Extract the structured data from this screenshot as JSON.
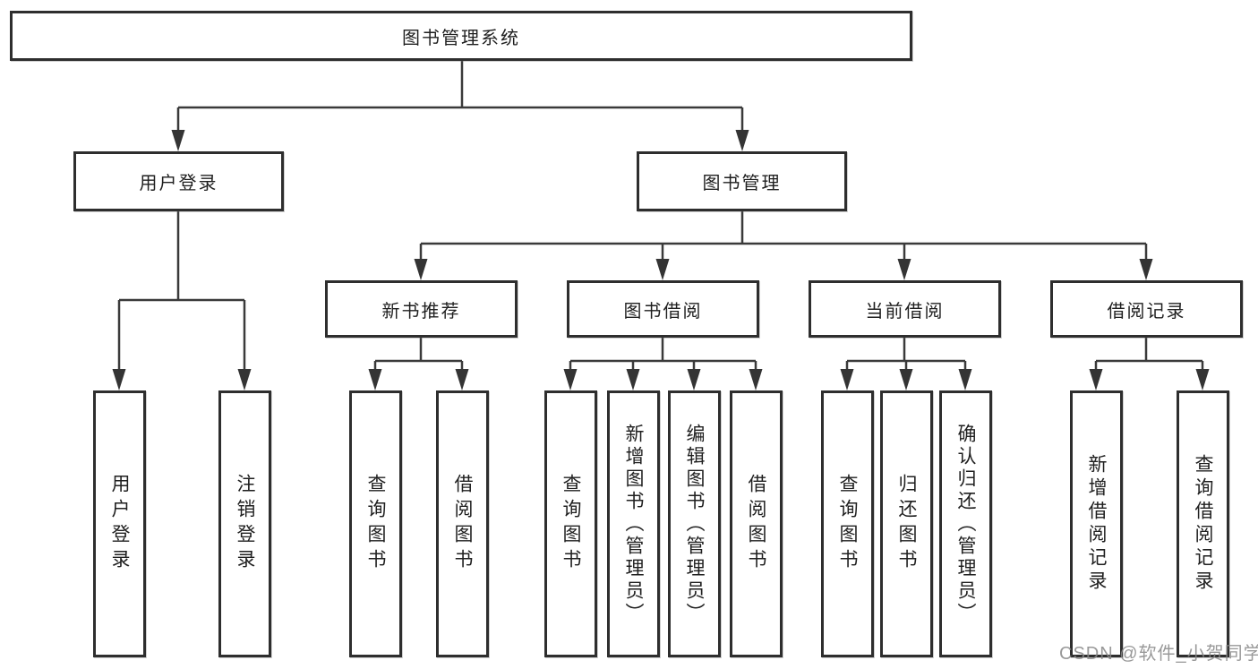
{
  "diagram": {
    "title": "图书管理系统",
    "nodes": {
      "root": "图书管理系统",
      "level2": [
        "用户登录",
        "图书管理"
      ],
      "level3": [
        "新书推荐",
        "图书借阅",
        "当前借阅",
        "借阅记录"
      ],
      "leaves_user_login": [
        "用户登录",
        "注销登录"
      ],
      "leaves_new_book": [
        "查询图书",
        "借阅图书"
      ],
      "leaves_book_borrow": [
        "查询图书",
        "新增图书（管理员）",
        "编辑图书（管理员）",
        "借阅图书"
      ],
      "leaves_current_borrow": [
        "查询图书",
        "归还图书",
        "确认归还（管理员）"
      ],
      "leaves_borrow_record": [
        "新增借阅记录",
        "查询借阅记录"
      ]
    }
  },
  "watermark": "CSDN @软件_小贺同学",
  "colors": {
    "background": "#ffffff",
    "line": "#3a3a3a",
    "box_border": "#2e2e2e",
    "text": "#1f1f1f",
    "watermark": "#878787"
  }
}
